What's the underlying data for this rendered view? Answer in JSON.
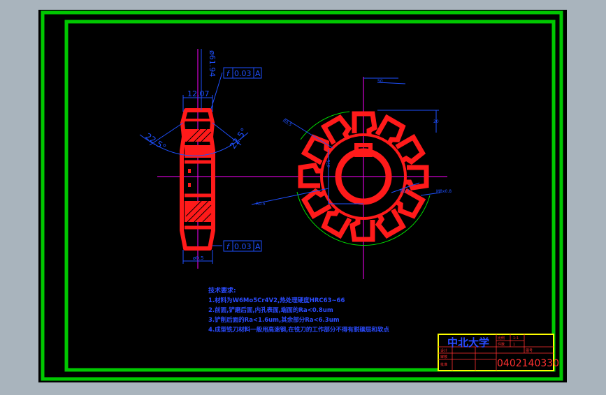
{
  "colors": {
    "background": "#a9b4bd",
    "paper": "#000000",
    "frame": "#00c800",
    "part": "#ff1a1a",
    "dimension": "#1e50ff",
    "centerline": "#ff00ff",
    "arc": "#00dd00",
    "text_blue": "#2a4bff",
    "title_border": "#ffff00"
  },
  "side_view": {
    "dim_diameter": "ø61.94",
    "dim_width": "12.07",
    "angle_left": "22.5°",
    "angle_right": "22.5°",
    "bottom_dim": "ø0.5",
    "tol_top": {
      "symbol": "f",
      "value": "0.03",
      "datum": "A"
    },
    "tol_bottom": {
      "symbol": "f",
      "value": "0.03",
      "datum": "A"
    }
  },
  "front_view": {
    "small_labels": [
      "R0.5",
      "50",
      "20",
      "R0.5",
      "R0.7",
      "d75",
      "M8x0.8"
    ],
    "teeth_count": 12
  },
  "notes": {
    "title": "技术要求:",
    "lines": [
      "1.材料为W6Mo5Cr4V2,热处理硬度HRC63~66",
      "2.前面,铲磨后面,内孔表面,端面的Ra<0.8um",
      "3.铲削后面的Ra<1.6um,其余部分Ra<6.3um",
      "4.成型铣刀材料一般用高速钢,在铣刀的工作部分不得有脱碳层和软点"
    ]
  },
  "title_block": {
    "school": "中北大学",
    "drawing_number": "0402140330",
    "cells": [
      "比例",
      "1:1",
      "件数",
      "1",
      "图号",
      "设计",
      "审核",
      "批准"
    ]
  }
}
